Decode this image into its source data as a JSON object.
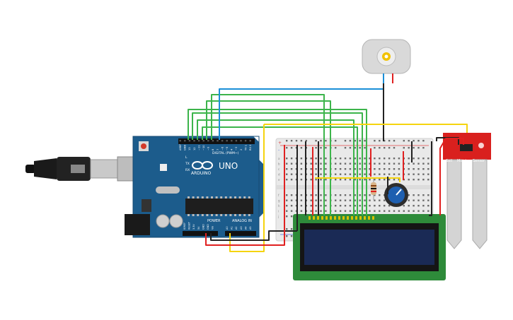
{
  "arduino": {
    "brand": "ARDUINO",
    "model": "UNO",
    "digital_label": "DIGITAL (PWM~)",
    "power_label": "POWER",
    "analog_label": "ANALOG IN",
    "tx_label": "TX",
    "rx_label": "RX",
    "l_label": "L",
    "digital_pins": [
      "AREF",
      "GND",
      "13",
      "12",
      "~11",
      "~10",
      "~9",
      "8",
      "7",
      "~6",
      "~5",
      "4",
      "~3",
      "2",
      "TX 1",
      "RX 0"
    ],
    "power_pins": [
      "IOREF",
      "RESET",
      "3.3V",
      "5V",
      "GND",
      "GND",
      "Vin"
    ],
    "analog_pins": [
      "A0",
      "A1",
      "A2",
      "A3",
      "A4",
      "A5"
    ],
    "board_color": "#1c5c8c"
  },
  "sensor": {
    "label_soil": "Soil",
    "label_moisture": "Moisture",
    "label_sensor": "Sensor",
    "board_color": "#d9201e"
  },
  "breadboard": {
    "row_letters_left": [
      "a",
      "b",
      "c",
      "d",
      "e",
      "f",
      "g",
      "h",
      "i",
      "j"
    ],
    "plus": "+",
    "minus": "-"
  },
  "lcd": {
    "screen_color": "#1a2a55",
    "board_color": "#2e8b3a"
  },
  "wire_colors": {
    "green": "#3cb44b",
    "blue": "#1a8fd8",
    "black": "#222222",
    "red": "#e02020",
    "yellow": "#f5d40f"
  }
}
